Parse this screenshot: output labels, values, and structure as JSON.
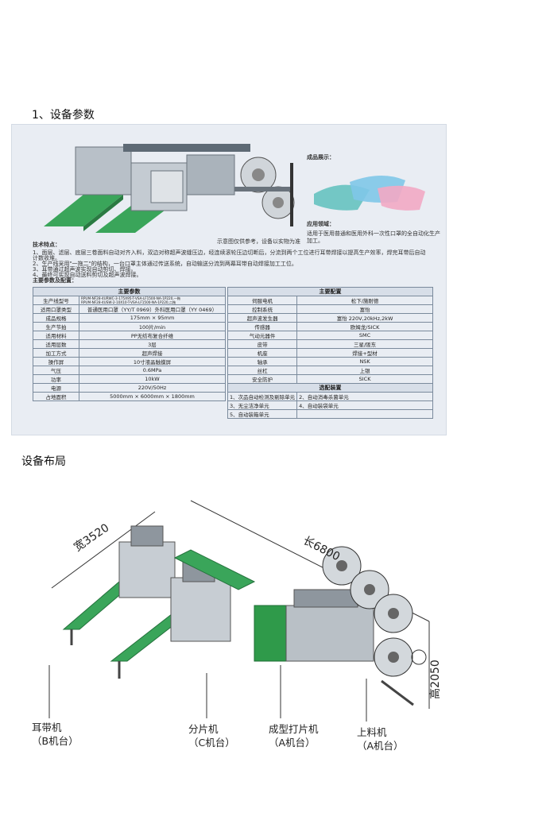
{
  "section1": {
    "title": "1、设备参数"
  },
  "sheet": {
    "showcase_title": "成品展示：",
    "application_title": "应用领域：",
    "application_desc": "适用于医用普通和医用外科一次性口罩的全自动化生产加工。",
    "photo_note": "示意图仅供参考，设备以实物为准",
    "tech_title": "技术特点：",
    "tech_points": [
      "1、面层、滤层、底层三卷面料自动对齐入料，双边对称超声波缝压边，经连续滚轮压边切断后，分流到两个工位进行耳带焊接以提高生产效率，焊完耳带后自动计数收堆。",
      "2、生产线采用\"一拖二\"的结构，一台口罩主体通过传送系统，自动输送分流到两幕耳带自动焊接加工工位。",
      "3、耳带通过超声波实现自动剪切、焊接。",
      "4、最终可实现自动送料剪切及超声波焊接。"
    ],
    "params_title": "主要参数及配置：",
    "left_table": {
      "header": "主要参数",
      "model_label": "生产线型号",
      "model_values": [
        "RPUM-NF28-4URWC-3-175X95-T-VSA-LF1500-NA-1P220,一拖",
        "RPUM-NF28-4USW-2-10X10-T-VSA-LF1500-NA-1P220,二拖"
      ],
      "rows": [
        {
          "label": "适用口罩类型",
          "value": "普通医用口罩（YY/T 0969）外科医用口罩（YY 0469）"
        },
        {
          "label": "成品规格",
          "value": "175mm × 95mm"
        },
        {
          "label": "生产节拍",
          "value": "100片/min"
        },
        {
          "label": "适用材料",
          "value": "PP无纺布复合纤维"
        },
        {
          "label": "适用层数",
          "value": "3层"
        },
        {
          "label": "加工方式",
          "value": "超声焊接"
        },
        {
          "label": "操作屏",
          "value": "10寸液晶触摸屏"
        },
        {
          "label": "气压",
          "value": "0.6MPa"
        },
        {
          "label": "功率",
          "value": "10kW"
        },
        {
          "label": "电源",
          "value": "220V/50Hz"
        },
        {
          "label": "占地面积",
          "value": "5000mm × 6000mm × 1800mm"
        }
      ]
    },
    "right_table": {
      "header": "主要配置",
      "rows": [
        {
          "label": "伺服电机",
          "value": "松下/施耐德"
        },
        {
          "label": "控制系统",
          "value": "富怡"
        },
        {
          "label": "超声波发生器",
          "value": "富怡 220V,20kHz,2kW"
        },
        {
          "label": "传感器",
          "value": "欧姆龙/SICK"
        },
        {
          "label": "气动元器件",
          "value": "SMC"
        },
        {
          "label": "皮带",
          "value": "三星/阪东"
        },
        {
          "label": "机座",
          "value": "焊接+型材"
        },
        {
          "label": "轴承",
          "value": "NSK"
        },
        {
          "label": "丝杠",
          "value": "上银"
        },
        {
          "label": "安全防护",
          "value": "SICK"
        }
      ],
      "options_header": "选配装置",
      "options": [
        [
          "1、次品自动检测及剔除单元",
          "2、自动消毒杀菌单元"
        ],
        [
          "3、无尘洁净单元",
          "4、自动装袋单元"
        ],
        [
          "5、自动装箱单元",
          ""
        ]
      ]
    }
  },
  "section2": {
    "title": "设备布局"
  },
  "layout": {
    "width_label": "宽3520",
    "length_label": "长6800",
    "height_label": "高2050",
    "callouts": [
      {
        "name": "耳带机",
        "sub": "（B机台）"
      },
      {
        "name": "分片机",
        "sub": "（C机台）"
      },
      {
        "name": "成型打片机",
        "sub": "（A机台）"
      },
      {
        "name": "上料机",
        "sub": "（A机台）"
      }
    ]
  },
  "colors": {
    "accent": "#1d4f8f",
    "machine_green": "#2f9a4a",
    "machine_grey": "#9aa3ab"
  }
}
